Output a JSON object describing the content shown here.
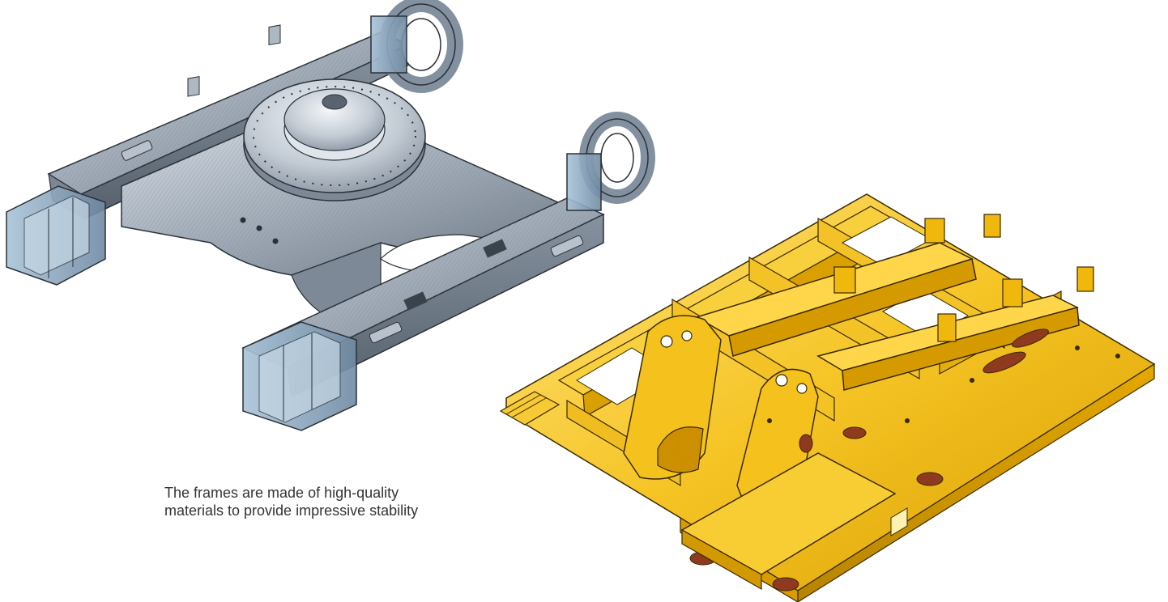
{
  "caption": {
    "line1": "The frames are made of high-quality",
    "line2": "materials to provide impressive stability"
  },
  "illustrations": [
    {
      "id": "undercarriage-frame",
      "description_color": "#8a96a4"
    },
    {
      "id": "upper-frame",
      "description_color": "#f2bd1c"
    }
  ],
  "colors": {
    "steel_light": "#c9d1da",
    "steel_mid": "#9aa5b1",
    "steel_dark": "#5d6874",
    "outline_dark": "#2a3038",
    "yellow_light": "#ffd95a",
    "yellow_mid": "#f2bd1c",
    "yellow_dark": "#b88700",
    "hole_red": "#8f3a1e",
    "background": "#ffffff"
  }
}
